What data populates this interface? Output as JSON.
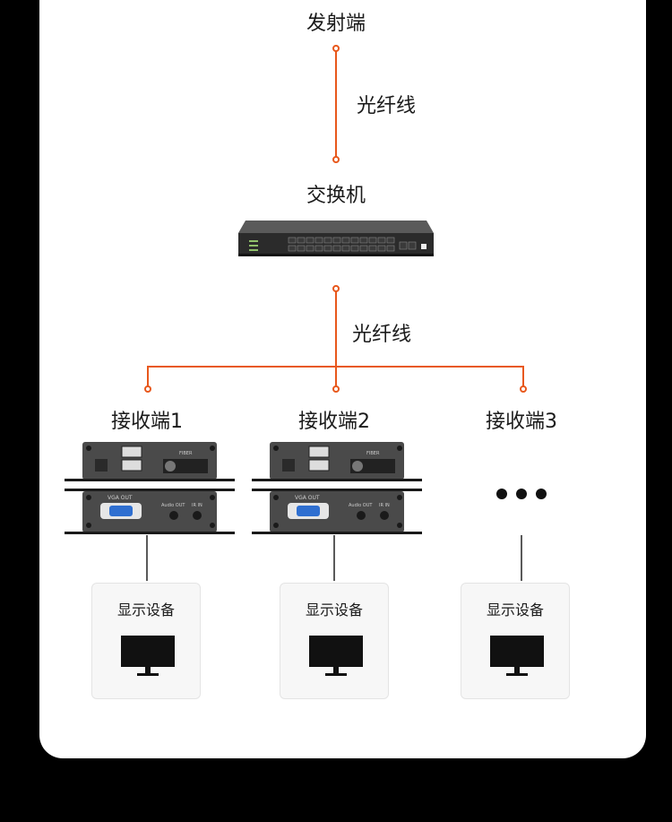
{
  "nodes": {
    "transmitter": "发射端",
    "fiber_top": "光纤线",
    "switch": "交换机",
    "fiber_bottom": "光纤线"
  },
  "receivers": [
    {
      "label": "接收端1",
      "display": "显示设备"
    },
    {
      "label": "接收端2",
      "display": "显示设备"
    },
    {
      "label": "接收端3",
      "display": "显示设备"
    }
  ],
  "receiver_panel": {
    "top_labels": [
      "FIBER"
    ],
    "bottom_labels": [
      "VGA OUT",
      "Audio OUT",
      "IR IN"
    ]
  },
  "colors": {
    "fiber_line": "#e8581c",
    "connector": "#222222",
    "card_bg": "#ffffff"
  },
  "icons": [
    "switch-device-icon",
    "receiver-device-icon",
    "monitor-icon",
    "ellipsis-icon"
  ]
}
